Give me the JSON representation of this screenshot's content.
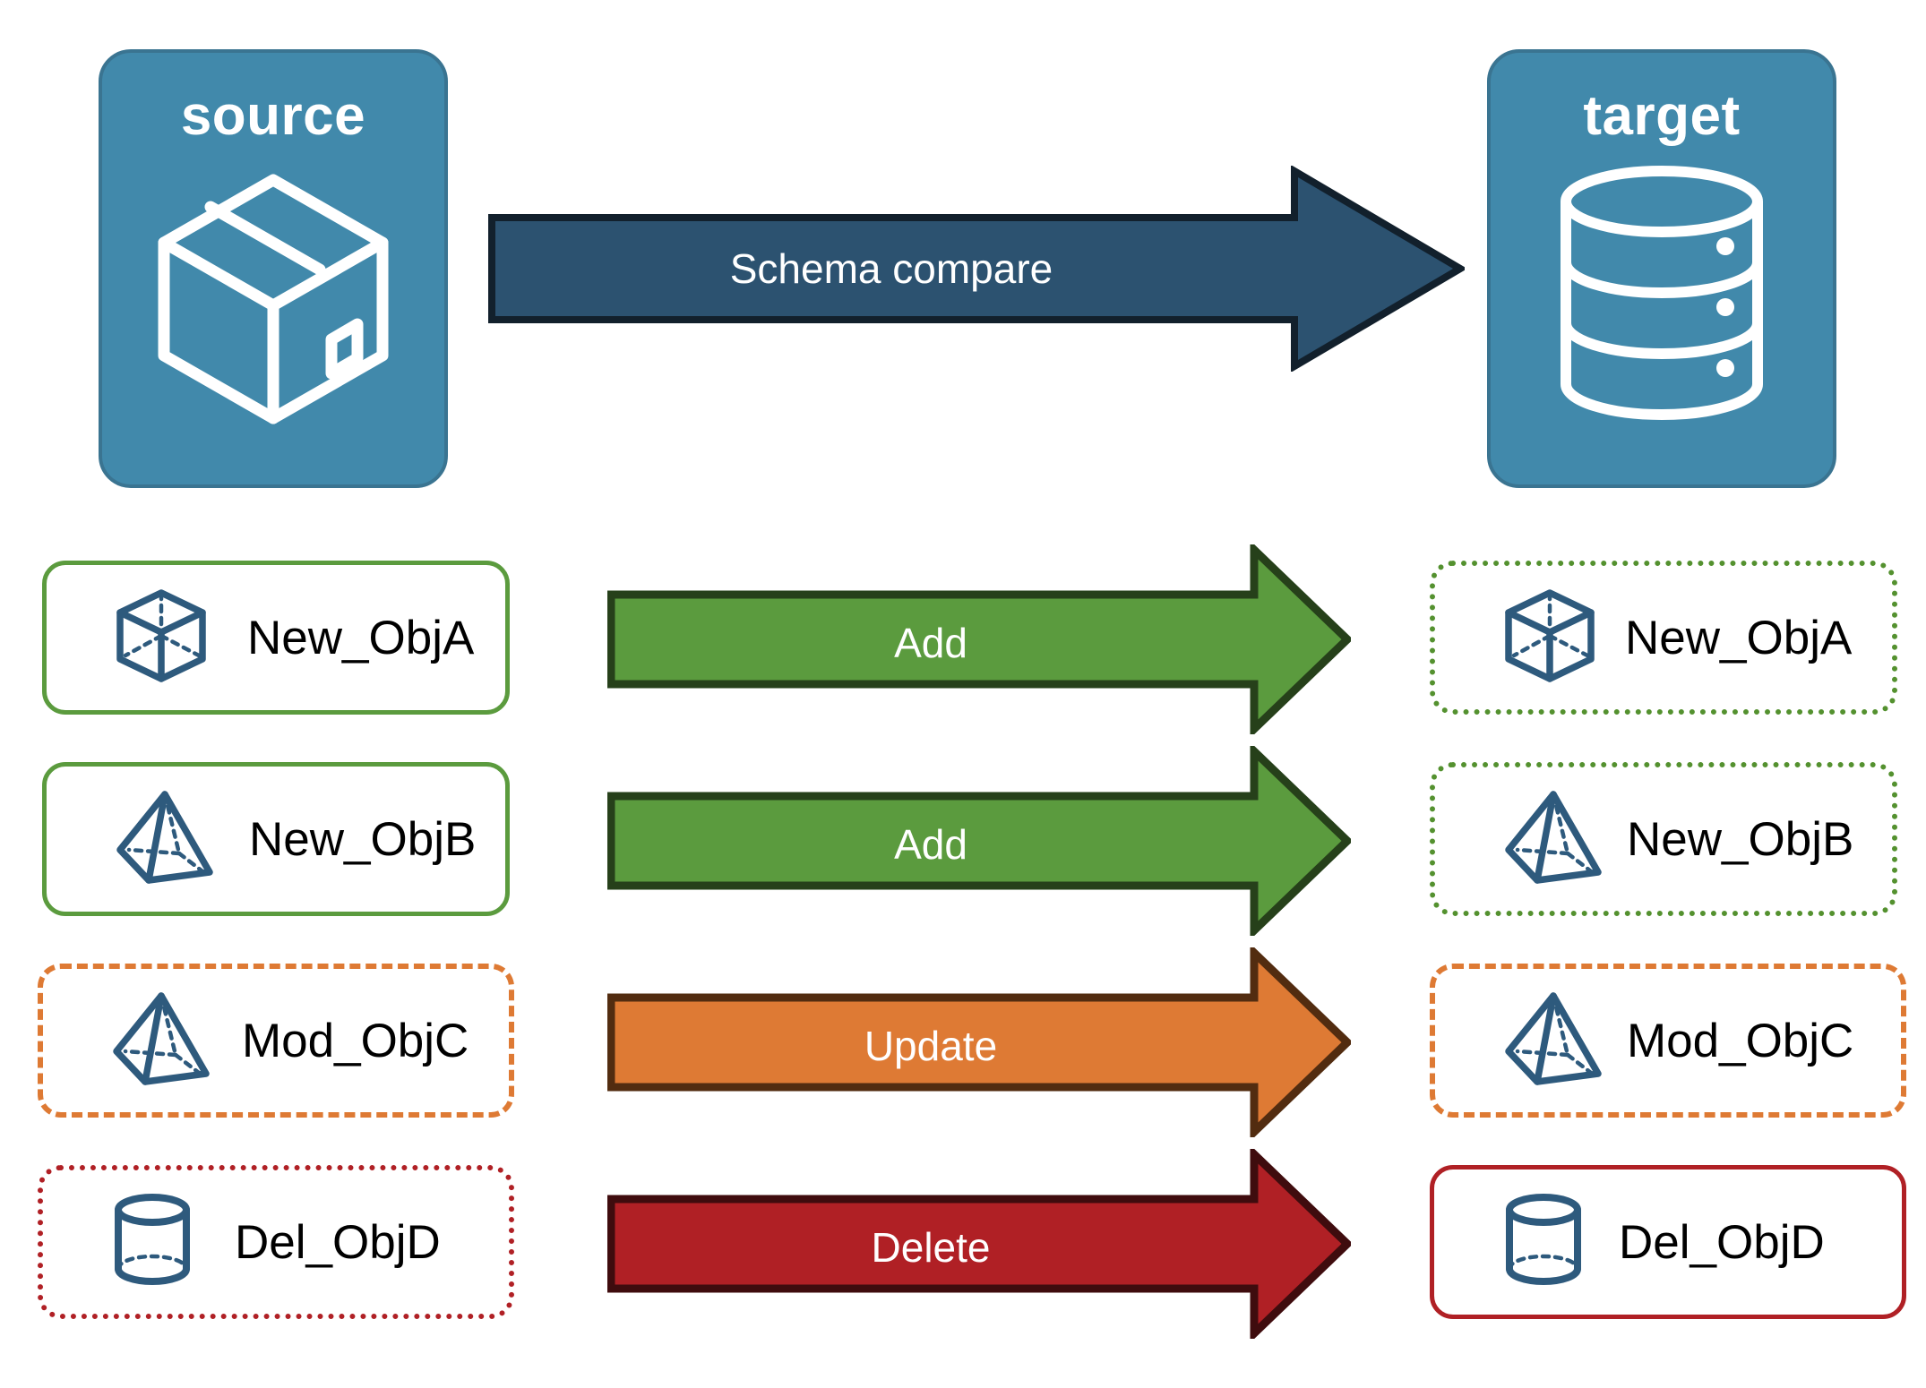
{
  "diagram": {
    "title_hidden": "",
    "source": {
      "label": "source",
      "icon": "package-box-icon",
      "fill": "#4189AB",
      "border": "#3A7491"
    },
    "target": {
      "label": "target",
      "icon": "database-cylinder-icon",
      "fill": "#4189AB",
      "border": "#3A7491"
    },
    "compare_arrow": {
      "label": "Schema compare",
      "fill": "#2C5270",
      "border": "#12202C",
      "text_color": "#FFFFFF"
    },
    "rows": [
      {
        "source_label": "New_ObjA",
        "target_label": "New_ObjA",
        "action": "Add",
        "icon": "cube-wireframe-icon",
        "source_border_style": "b-solid-green",
        "target_border_style": "b-dotted-green",
        "arrow_fill": "#5B9B3E",
        "arrow_border": "#26401A",
        "arrow_text_color": "#FFFFFF"
      },
      {
        "source_label": "New_ObjB",
        "target_label": "New_ObjB",
        "action": "Add",
        "icon": "pyramid-wireframe-icon",
        "source_border_style": "b-solid-green",
        "target_border_style": "b-dotted-green",
        "arrow_fill": "#5B9B3E",
        "arrow_border": "#26401A",
        "arrow_text_color": "#FFFFFF"
      },
      {
        "source_label": "Mod_ObjC",
        "target_label": "Mod_ObjC",
        "action": "Update",
        "icon": "pyramid-wireframe-icon",
        "source_border_style": "b-dashed-orange",
        "target_border_style": "b-dashed-orange",
        "arrow_fill": "#DE7A34",
        "arrow_border": "#522C10",
        "arrow_text_color": "#FFFFFF"
      },
      {
        "source_label": "Del_ObjD",
        "target_label": "Del_ObjD",
        "action": "Delete",
        "icon": "cylinder-wireframe-icon",
        "source_border_style": "b-dotted-red",
        "target_border_style": "b-solid-red",
        "arrow_fill": "#B02025",
        "arrow_border": "#3F0C0E",
        "arrow_text_color": "#FFFFFF"
      }
    ],
    "palette": {
      "panel_blue": "#4189AB",
      "icon_blue": "#2E5A7D",
      "green": "#5B9B3E",
      "orange": "#DE7A34",
      "red": "#B02025",
      "navy": "#2C5270"
    }
  }
}
